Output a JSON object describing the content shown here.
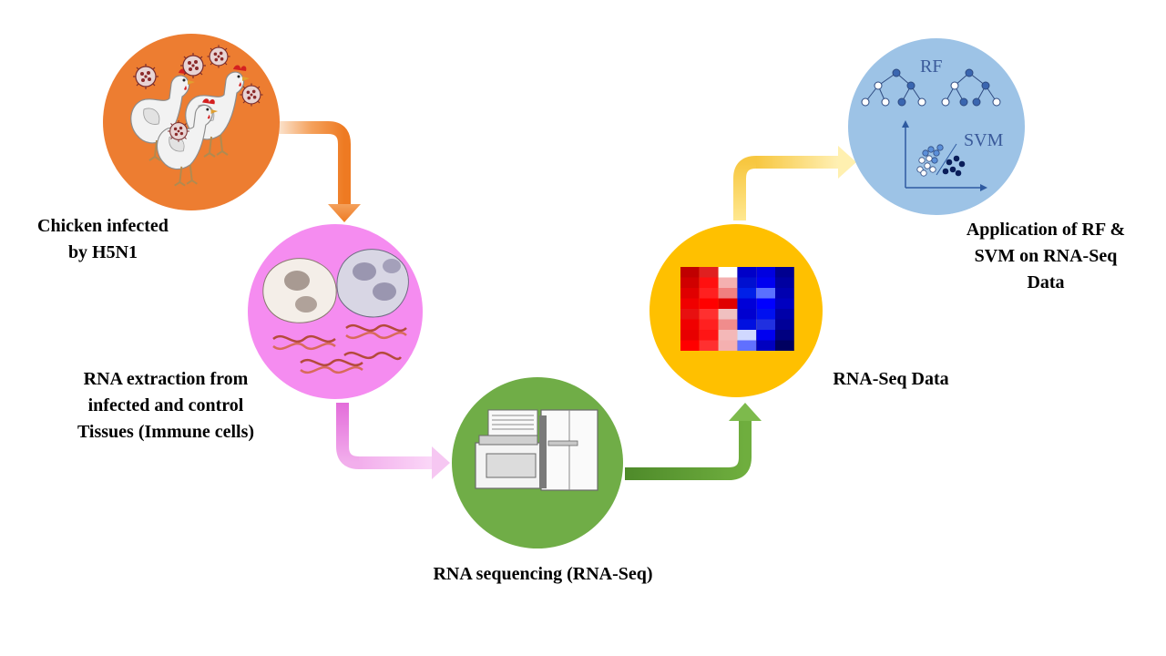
{
  "colors": {
    "chicken_circle": "#ED7D31",
    "cells_circle": "#F58CF0",
    "sequencing_circle": "#70AD47",
    "heatmap_circle": "#FFC000",
    "ml_circle": "#9DC3E6",
    "arrow_orange": "#F28A32",
    "arrow_pink": "#E87FE0",
    "arrow_green": "#6FAE3E",
    "arrow_yellow": "#FFD966"
  },
  "steps": {
    "chicken": {
      "lines": [
        "Chicken infected",
        "by H5N1"
      ]
    },
    "extraction": {
      "lines": [
        "RNA extraction from",
        "infected and control",
        "Tissues (Immune  cells)"
      ]
    },
    "sequencing": {
      "lines": [
        "RNA sequencing (RNA-Seq)"
      ]
    },
    "rnaseq": {
      "lines": [
        "RNA-Seq Data"
      ]
    },
    "application": {
      "lines": [
        "Application of RF &",
        "SVM on RNA-Seq",
        "Data"
      ]
    }
  },
  "ml": {
    "rf_label": "RF",
    "svm_label": "SVM"
  },
  "heatmap": {
    "rows": 8,
    "cols": 6,
    "cells": [
      [
        "#C00000",
        "#E02020",
        "#FFFFFF",
        "#0000C8",
        "#0000E0",
        "#000090"
      ],
      [
        "#D00000",
        "#FF1010",
        "#F4B0B0",
        "#0010D0",
        "#0000F0",
        "#0000A0"
      ],
      [
        "#E00000",
        "#FF2020",
        "#F08080",
        "#0020E8",
        "#5A70FF",
        "#0000B0"
      ],
      [
        "#F00000",
        "#FF0000",
        "#E00000",
        "#0000D8",
        "#0000FF",
        "#0000C0"
      ],
      [
        "#E81010",
        "#FF3030",
        "#F0C0C0",
        "#0000D0",
        "#0010F0",
        "#0000A8"
      ],
      [
        "#F00000",
        "#FF2020",
        "#F08C8C",
        "#0010E0",
        "#2030E0",
        "#000098"
      ],
      [
        "#E80000",
        "#FF1515",
        "#F4B8B8",
        "#D0D8FF",
        "#0000F0",
        "#000080"
      ],
      [
        "#FF0000",
        "#FF3030",
        "#F4B0B0",
        "#6070FF",
        "#0000C0",
        "#000060"
      ]
    ]
  }
}
